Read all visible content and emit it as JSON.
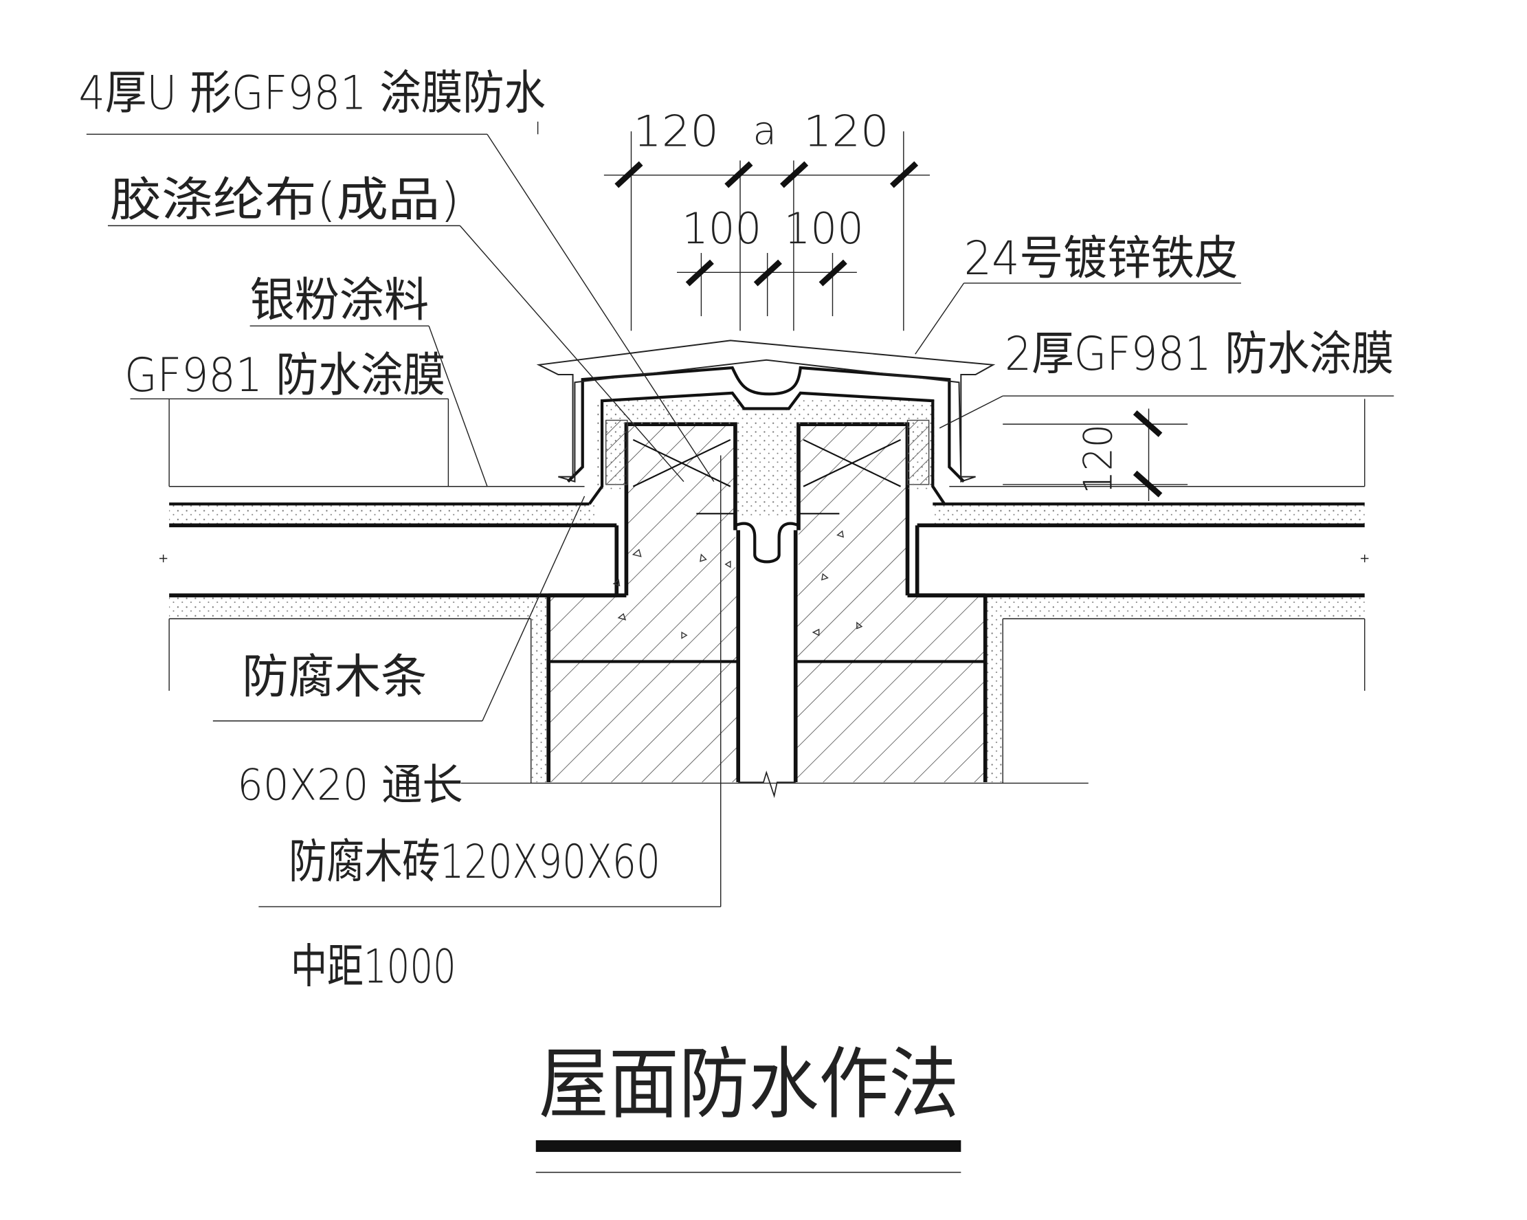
{
  "title": "屋面防水作法",
  "labels": {
    "coating_u": "4厚U 形GF981 涂膜防水",
    "gauze": "胶涤纶布(成品)",
    "silver": "银粉涂料",
    "gf981_film": "GF981 防水涂膜",
    "galv_sheet": "24号镀锌铁皮",
    "gf981_2mm": "2厚GF981 防水涂膜",
    "wood_strip": "防腐木条",
    "strip_size": "60X20 通长",
    "wood_brick": "防腐木砖120X90X60",
    "spacing": "中距1000"
  },
  "dimensions": {
    "top_left": "120",
    "top_mid": "a",
    "top_right": "120",
    "inner_left": "100",
    "inner_right": "100",
    "height": "120"
  }
}
